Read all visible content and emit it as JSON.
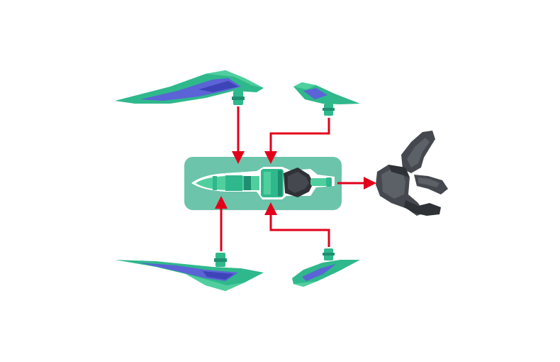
{
  "colors": {
    "background": "#ffffff",
    "arrow": "#e3001b",
    "panel": "#6cc4aa",
    "crystal_light": "#4fcf9e",
    "crystal_mid": "#2fb88c",
    "crystal_dark": "#1e8f70",
    "crystal_blue": "#5b63d6",
    "crystal_blue_dark": "#3c44b8",
    "hand_light": "#5c6168",
    "hand_mid": "#45494f",
    "hand_dark": "#2e3135"
  },
  "parts": [
    {
      "name": "wing-blade-upper-left"
    },
    {
      "name": "wing-blade-upper-right"
    },
    {
      "name": "wing-blade-lower-left"
    },
    {
      "name": "wing-blade-lower-right"
    },
    {
      "name": "central-core-assembly"
    },
    {
      "name": "gripper-claw-hand"
    }
  ]
}
